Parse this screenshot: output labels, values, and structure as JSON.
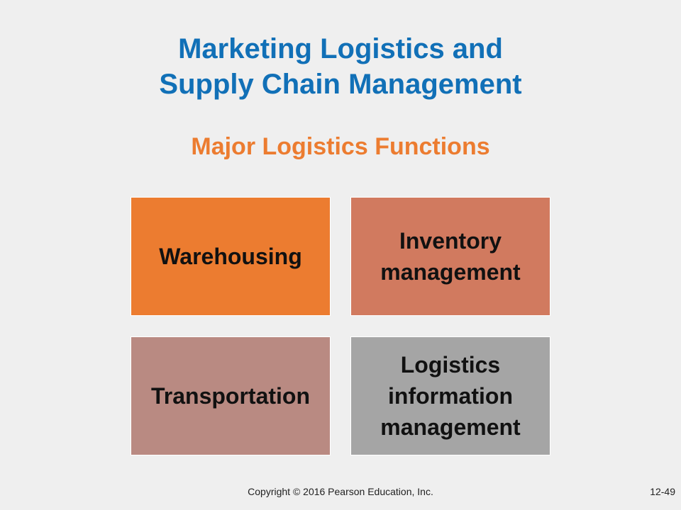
{
  "slide": {
    "title_line1": "Marketing Logistics and",
    "title_line2": "Supply Chain Management",
    "subtitle": "Major Logistics Functions",
    "title_color": "#1170b7",
    "subtitle_color": "#ec7c30"
  },
  "functions": [
    {
      "label": "Warehousing",
      "color": "#ec7c30"
    },
    {
      "label": "Inventory\nmanagement",
      "color": "#d17a5f"
    },
    {
      "label": "Transportation",
      "color": "#b98a82"
    },
    {
      "label": "Logistics\ninformation\nmanagement",
      "color": "#a5a5a5"
    }
  ],
  "footer": {
    "copyright": "Copyright © 2016 Pearson Education, Inc.",
    "page_number": "12-49"
  }
}
